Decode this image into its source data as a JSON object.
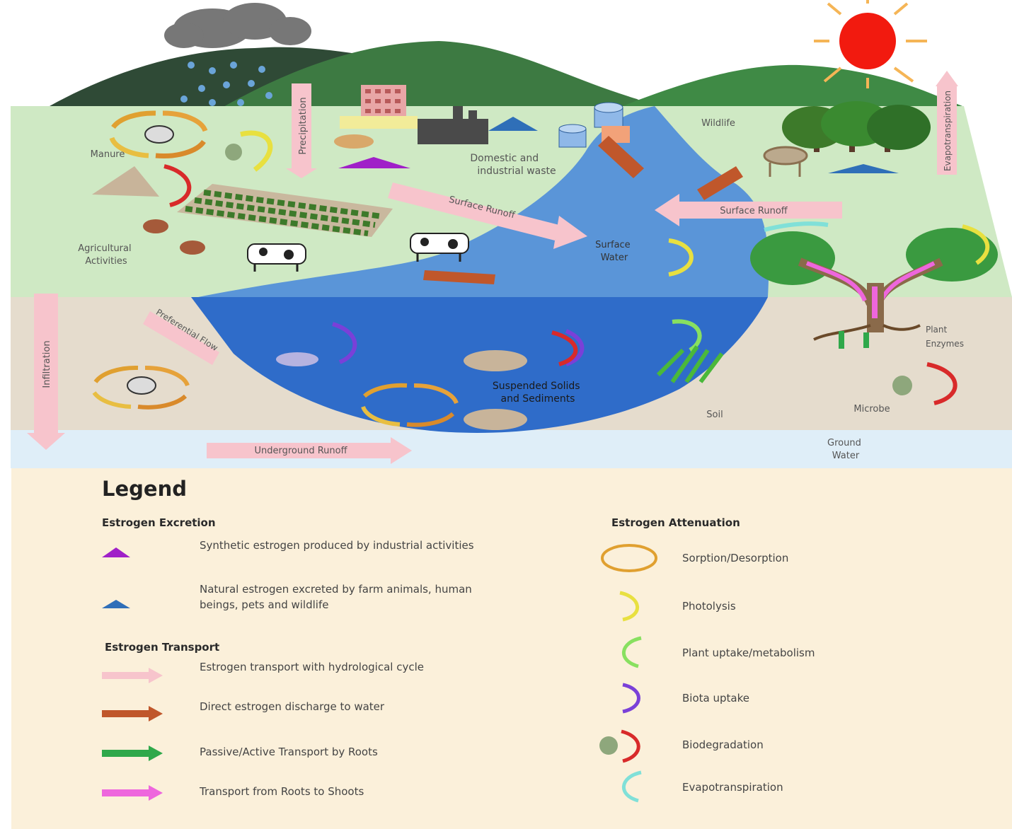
{
  "labels": {
    "manure": "Manure",
    "precipitation": "Precipitation",
    "domestic_industrial": "Domestic and industrial waste",
    "wildlife": "Wildlife",
    "evapotranspiration_arrow": "Evapotranspiration",
    "surface_runoff_left": "Surface Runoff",
    "surface_runoff_right": "Surface Runoff",
    "agricultural": "Agricultural Activities",
    "surface_water": "Surface Water",
    "preferential_flow": "Preferential Flow",
    "infiltration": "Infiltration",
    "suspended": "Suspended Solids and Sediments",
    "soil": "Soil",
    "microbe": "Microbe",
    "plant_enzymes": "Plant Enzymes",
    "underground_runoff": "Underground Runoff",
    "ground_water": "Ground Water"
  },
  "legend": {
    "title": "Legend",
    "excretion": {
      "heading": "Estrogen Excretion",
      "items": [
        {
          "text": "Synthetic estrogen produced by industrial activities",
          "color": "#a020c8"
        },
        {
          "text": "Natural estrogen excreted by farm animals, human beings, pets and wildlife",
          "color": "#2f6fb8"
        }
      ]
    },
    "transport": {
      "heading": "Estrogen Transport",
      "items": [
        {
          "text": "Estrogen transport with hydrological cycle",
          "color": "#f7c4cc"
        },
        {
          "text": "Direct estrogen discharge to water",
          "color": "#c0572b"
        },
        {
          "text": "Passive/Active Transport by Roots",
          "color": "#2fa84a"
        },
        {
          "text": "Transport from Roots to Shoots",
          "color": "#ee66dd"
        }
      ]
    },
    "attenuation": {
      "heading": "Estrogen Attenuation",
      "items": [
        {
          "text": "Sorption/Desorption",
          "color": "#e0a030"
        },
        {
          "text": "Photolysis",
          "color": "#e8e040"
        },
        {
          "text": "Plant uptake/metabolism",
          "color": "#88e060"
        },
        {
          "text": "Biota uptake",
          "color": "#7a40d8"
        },
        {
          "text": "Biodegradation",
          "color": "#d82a2a"
        },
        {
          "text": "Evapotranspiration",
          "color": "#80e0d8"
        }
      ]
    }
  },
  "colors": {
    "sky": "#ffffff",
    "grass": "#cfe9c4",
    "soil": "#e5dccd",
    "groundwater": "#dfeef8",
    "water_surface": "#4f8fd8",
    "water_deep": "#2f6cc9",
    "legend_bg": "#fbf0da",
    "sun": "#f21a0f",
    "cloud": "#777777"
  }
}
